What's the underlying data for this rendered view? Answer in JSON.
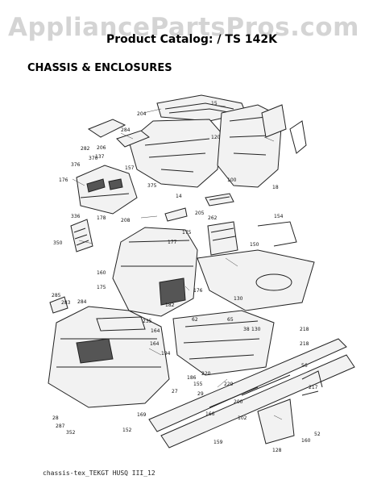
{
  "watermark": "AppliancePartsPros.com",
  "header": {
    "catalog_title": "Product Catalog: / TS 142K"
  },
  "section_title": "CHASSIS & ENCLOSURES",
  "footer_code": "chassis-tex_TEKGT HUSQ III_12",
  "part_numbers": [
    "204",
    "15",
    "284",
    "120",
    "282",
    "206",
    "137",
    "376",
    "370",
    "157",
    "375",
    "14",
    "176",
    "100",
    "18",
    "262",
    "205",
    "178",
    "208",
    "336",
    "154",
    "177",
    "175",
    "350",
    "150",
    "160",
    "175",
    "176",
    "182",
    "130",
    "285",
    "283",
    "284",
    "235",
    "164",
    "130",
    "62",
    "65",
    "218",
    "194",
    "186",
    "220",
    "218",
    "27",
    "155",
    "164",
    "169",
    "229",
    "217",
    "52",
    "56",
    "28",
    "287",
    "352",
    "152",
    "160",
    "159",
    "200",
    "166",
    "29",
    "102",
    "38",
    "128"
  ]
}
